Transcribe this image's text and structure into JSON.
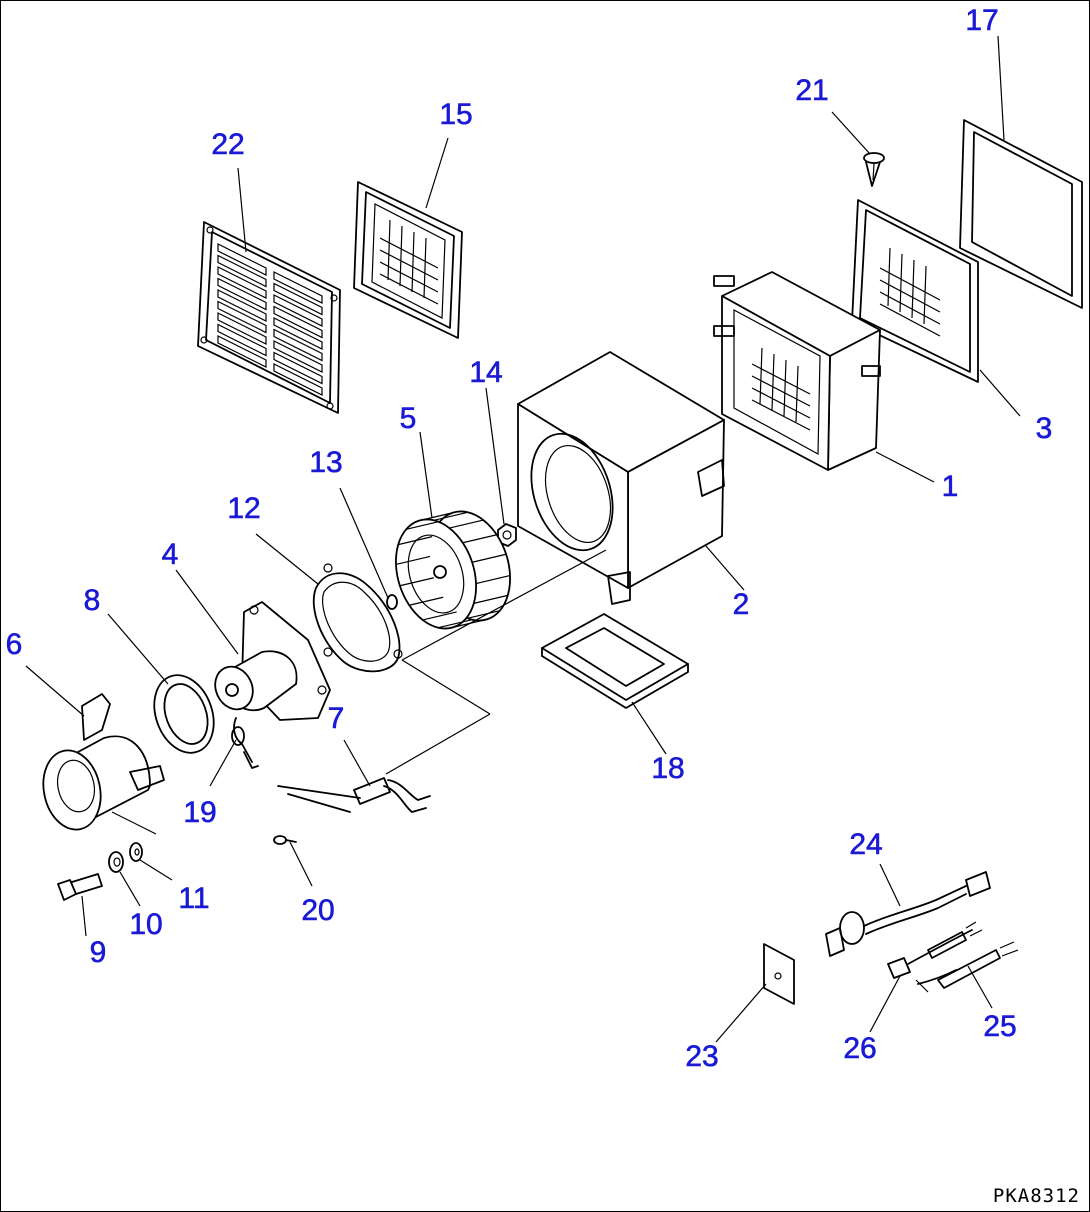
{
  "drawing_code": "PKA8312",
  "callouts": [
    {
      "id": "c1",
      "label": "1"
    },
    {
      "id": "c2",
      "label": "2"
    },
    {
      "id": "c3",
      "label": "3"
    },
    {
      "id": "c4",
      "label": "4"
    },
    {
      "id": "c5",
      "label": "5"
    },
    {
      "id": "c6",
      "label": "6"
    },
    {
      "id": "c7",
      "label": "7"
    },
    {
      "id": "c8",
      "label": "8"
    },
    {
      "id": "c9",
      "label": "9"
    },
    {
      "id": "c10",
      "label": "10"
    },
    {
      "id": "c11",
      "label": "11"
    },
    {
      "id": "c12",
      "label": "12"
    },
    {
      "id": "c13",
      "label": "13"
    },
    {
      "id": "c14",
      "label": "14"
    },
    {
      "id": "c15",
      "label": "15"
    },
    {
      "id": "c17",
      "label": "17"
    },
    {
      "id": "c18",
      "label": "18"
    },
    {
      "id": "c19",
      "label": "19"
    },
    {
      "id": "c20",
      "label": "20"
    },
    {
      "id": "c21",
      "label": "21"
    },
    {
      "id": "c22",
      "label": "22"
    },
    {
      "id": "c23",
      "label": "23"
    },
    {
      "id": "c24",
      "label": "24"
    },
    {
      "id": "c25",
      "label": "25"
    },
    {
      "id": "c26",
      "label": "26"
    }
  ],
  "colors": {
    "callout": "#1a1ad6",
    "linework": "#000000",
    "background": "#ffffff"
  }
}
